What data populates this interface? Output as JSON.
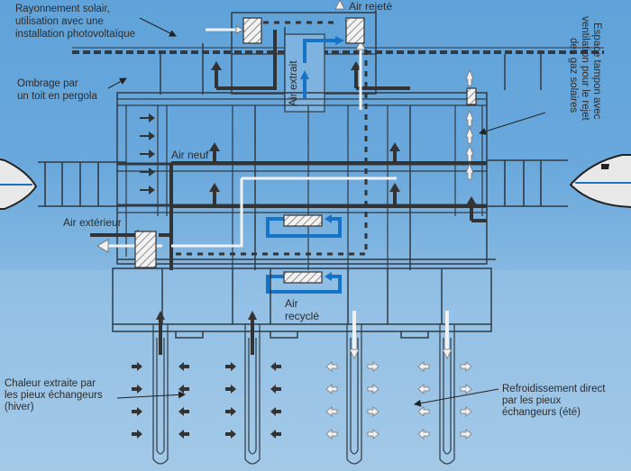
{
  "diagram": {
    "labels": {
      "solar": [
        "Rayonnement solair,",
        "utilisation avec une",
        "installation photovoltaïque"
      ],
      "shading": [
        "Ombrage par",
        "un toit en pergola"
      ],
      "air_rejected": "Air rejeté",
      "air_extracted": "Air extrait",
      "buffer_space": [
        "Espace tampon avec",
        "ventilation pour le rejet",
        "des gaz solaires"
      ],
      "fresh_air": "Air neuf",
      "outside_air": "Air extérieur",
      "recycled_air": [
        "Air",
        "recyclé"
      ],
      "heat_extracted": [
        "Chaleur extraite par",
        "les pieux échangeurs",
        "(hiver)"
      ],
      "direct_cooling": [
        "Refroidissement direct",
        "par les pieux",
        "échangeurs (été)"
      ]
    },
    "colors": {
      "background": "#6aa8dc",
      "structure": "#2f3a44",
      "duct_blue": "#1773c6",
      "hatch": "#f2f2f2",
      "white_arrow": "#f1f1f1",
      "dark_arrow": "#333333"
    },
    "icons": {
      "left_plane": "airplane-nose-icon",
      "right_plane": "airplane-nose-icon",
      "heat_exchanger": "hatched-box-icon"
    }
  }
}
